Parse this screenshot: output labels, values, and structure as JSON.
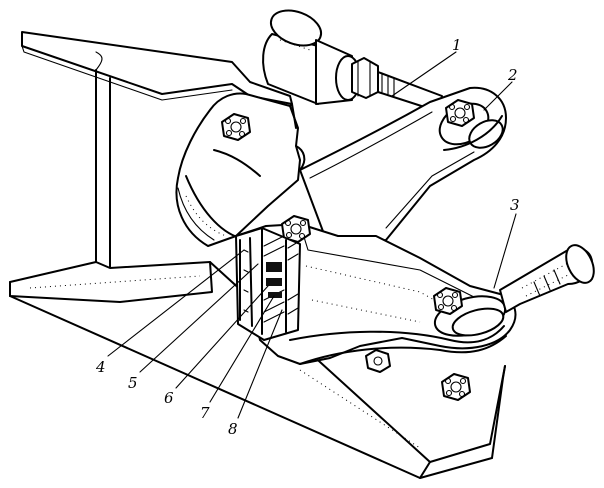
{
  "colors": {
    "ink": "#000000",
    "paper": "#ffffff"
  },
  "callouts": {
    "c1": "1",
    "c2": "2",
    "c3": "3",
    "c4": "4",
    "c5": "5",
    "c6": "6",
    "c7": "7",
    "c8": "8"
  }
}
